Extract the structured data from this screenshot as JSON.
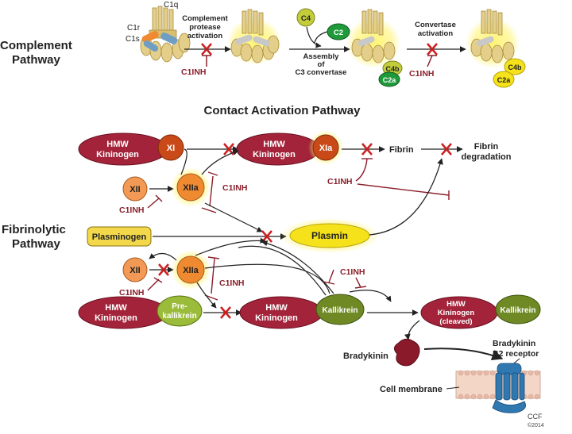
{
  "sections": {
    "complement_line1": "Complement",
    "complement_line2": "Pathway",
    "contact": "Contact Activation Pathway",
    "fibrinolytic_line1": "Fibrinolytic",
    "fibrinolytic_line2": "Pathway"
  },
  "complement": {
    "c1q": "C1q",
    "c1r": "C1r",
    "c1s": "C1s",
    "protease_line1": "Complement",
    "protease_line2": "protease",
    "protease_line3": "activation",
    "c4": "C4",
    "c2": "C2",
    "assembly_line1": "Assembly",
    "assembly_line2": "of",
    "assembly_line3": "C3 convertase",
    "c4b": "C4b",
    "c2a": "C2a",
    "convertase_line1": "Convertase",
    "convertase_line2": "activation",
    "c1inh": "C1INH"
  },
  "contact": {
    "hmw_line1": "HMW",
    "hmw_line2": "Kininogen",
    "xi": "XI",
    "xia": "XIa",
    "xii": "XII",
    "xiia": "XIIa",
    "fibrin": "Fibrin",
    "fibrin_deg_line1": "Fibrin",
    "fibrin_deg_line2": "degradation",
    "c1inh": "C1INH",
    "plasminogen": "Plasminogen",
    "plasmin": "Plasmin",
    "prek_line1": "Pre-",
    "prek_line2": "kallikrein",
    "kallikrein": "Kallikrein",
    "cleaved_line3": "(cleaved)",
    "bradykinin": "Bradykinin",
    "b2_line1": "Bradykinin",
    "b2_line2": "B2 receptor",
    "membrane": "Cell membrane",
    "credit_line1": "CCF",
    "credit_line2": "©2014"
  },
  "colors": {
    "kininogen": "#a3243a",
    "factor_xi": "#c94a18",
    "factor_xii": "#f29a55",
    "glow": "#f4e64a",
    "plasmin": "#f5e21a",
    "prekallikrein": "#9bbb3a",
    "kallikrein": "#6f8a25",
    "inhibitor": "#8a1f2b",
    "block": "#cc2020",
    "c2": "#1f9a3a",
    "c4": "#b7c434"
  }
}
